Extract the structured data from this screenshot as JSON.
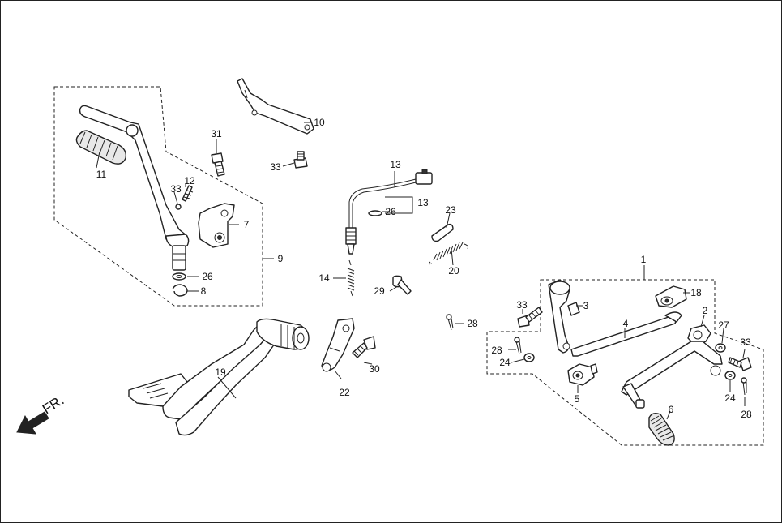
{
  "direction_label": "FR.",
  "callouts": {
    "c1": "1",
    "c2": "2",
    "c3": "3",
    "c4": "4",
    "c5": "5",
    "c6": "6",
    "c7": "7",
    "c8": "8",
    "c9": "9",
    "c10": "10",
    "c11": "11",
    "c12": "12",
    "c13a": "13",
    "c13b": "13",
    "c14": "14",
    "c18": "18",
    "c19": "19",
    "c20": "20",
    "c22": "22",
    "c23": "23",
    "c24a": "24",
    "c24b": "24",
    "c26a": "26",
    "c26b": "26",
    "c27": "27",
    "c28a": "28",
    "c28b": "28",
    "c28c": "28",
    "c29": "29",
    "c30": "30",
    "c31": "31",
    "c33a": "33",
    "c33b": "33",
    "c33c": "33",
    "c33d": "33"
  }
}
